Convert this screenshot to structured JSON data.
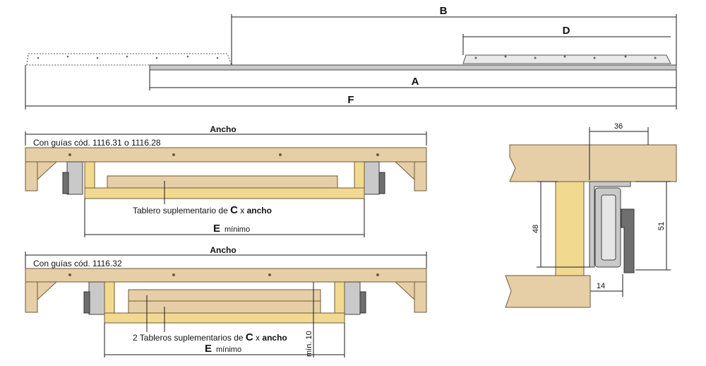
{
  "top": {
    "B": "B",
    "D": "D",
    "A": "A",
    "F": "F"
  },
  "panel1": {
    "ancho": "Ancho",
    "guides_text": "Con guías cód. 1116.31 o 1116.28",
    "tablero_prefix": "Tablero suplementario de ",
    "tablero_C": "C",
    "tablero_x": " x ",
    "tablero_ancho": "ancho",
    "E": "E",
    "minimo": "mínimo"
  },
  "panel2": {
    "ancho": "Ancho",
    "guides_text": "Con guías cód. 1116.32",
    "tablero_prefix": "2 Tableros suplementarios de ",
    "tablero_C": "C",
    "tablero_x": " x ",
    "tablero_ancho": "ancho",
    "E": "E",
    "minimo": "mínimo",
    "min10": "mín. 10"
  },
  "detail": {
    "d36": "36",
    "d48": "48",
    "d51": "51",
    "d14": "14"
  },
  "colors": {
    "wood": "#e6cfa6",
    "wood_light": "#f1d98f",
    "rail": "#c9c9c9",
    "rail_dark": "#6f6f6f"
  }
}
